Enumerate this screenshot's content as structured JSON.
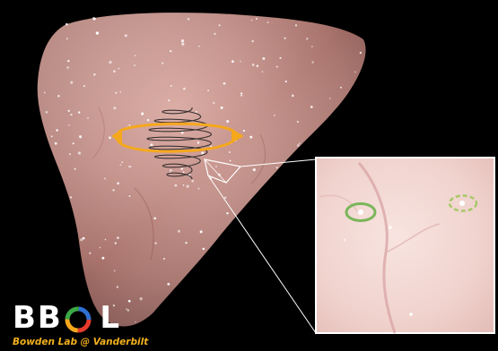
{
  "scene": {
    "background_color": "#000000",
    "subject": "liver-surface-3d-render",
    "tissue_color": "#b8857f",
    "rotation_arrow_color": "#f5a81c",
    "inset_border_color": "#ffffff",
    "inset_feature_marker_solid_color": "#7bb65a",
    "inset_feature_marker_dashed_color": "#a8c96a"
  },
  "logo": {
    "letters": "BBOL",
    "tagline": "Bowden Lab @ Vanderbilt",
    "tagline_color": "#f2b01e",
    "ring_colors": [
      "#e53b2c",
      "#f5a81c",
      "#3aa845",
      "#2f6fd0"
    ]
  }
}
